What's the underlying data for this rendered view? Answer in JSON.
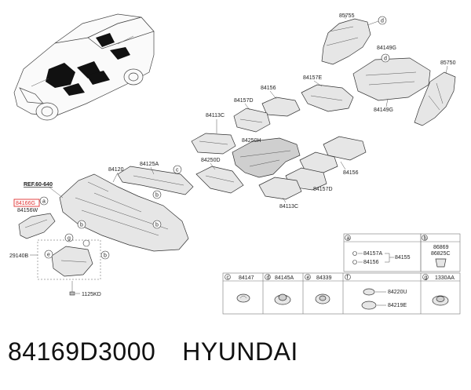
{
  "callouts": {
    "l85755": "85755",
    "l84149G_top": "84149G",
    "l85750": "85750",
    "l84157E": "84157E",
    "l84149G_bottom": "84149G",
    "l84156_top": "84156",
    "l84157D_top": "84157D",
    "l84113C_top": "84113C",
    "l84250H": "84250H",
    "l84250D": "84250D",
    "l84156_right": "84156",
    "l84157D_bottom": "84157D",
    "l84113C_bottom": "84113C",
    "l84125A": "84125A",
    "l84120": "84120",
    "ref": "REF.60-640",
    "l84166G": "84166G",
    "l84156W": "84156W",
    "l29140B": "29140B",
    "l1125KD": "1125KD"
  },
  "circle_letters": {
    "a": "a",
    "b": "b",
    "c": "c",
    "d": "d",
    "e": "e",
    "f": "f",
    "g": "g"
  },
  "legend_table": {
    "cell_a": {
      "letter": "a",
      "p1": "84157A",
      "p2": "84156",
      "p3": "84155"
    },
    "cell_b": {
      "letter": "b",
      "p1": "86869",
      "p2": "86825C"
    },
    "row2": [
      {
        "letter": "c",
        "part": "84147"
      },
      {
        "letter": "d",
        "part": "84145A"
      },
      {
        "letter": "e",
        "part": "84339"
      },
      {
        "letter": "f",
        "p1": "84220U",
        "p2": "84219E"
      },
      {
        "letter": "g",
        "part": "1330AA"
      }
    ]
  },
  "footer": {
    "part_number": "84169D3000",
    "brand": "HYUNDAI"
  },
  "colors": {
    "highlight_box": "#e03030",
    "line": "#333333"
  }
}
